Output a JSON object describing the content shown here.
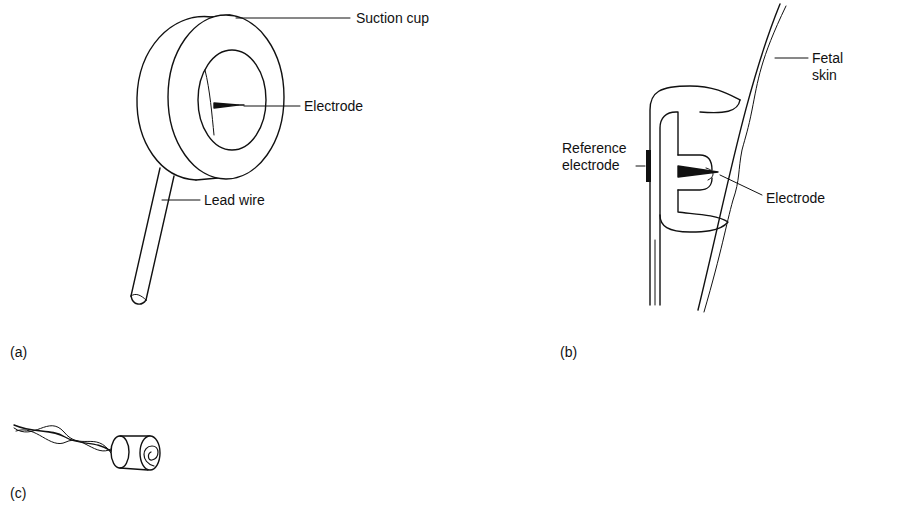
{
  "diagram": {
    "labels": [
      "Suction cup",
      "Electrode",
      "Lead wire",
      "(a)",
      "Reference electrode",
      "Electrode",
      "Fetal skin",
      "(b)",
      "(c)"
    ]
  }
}
